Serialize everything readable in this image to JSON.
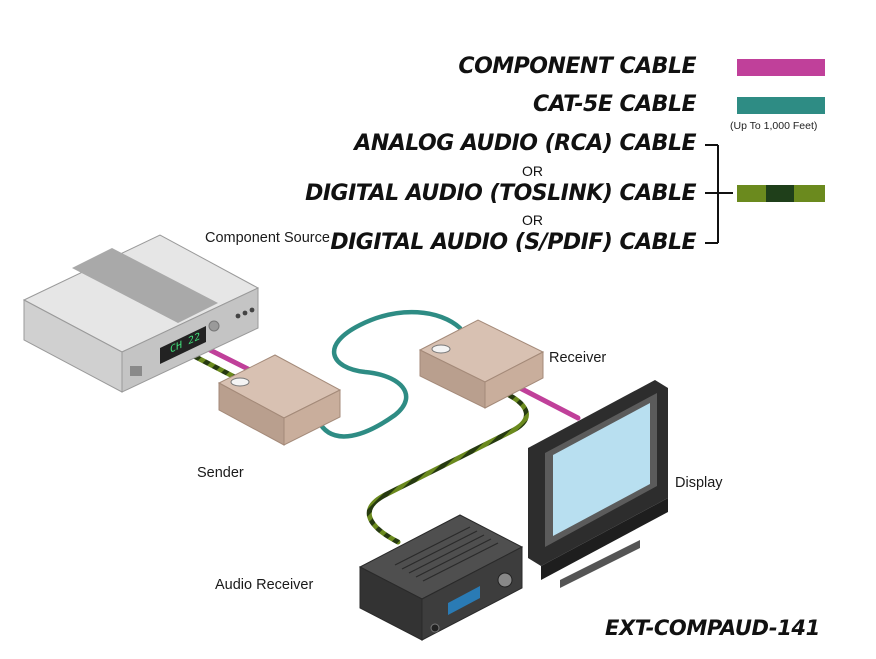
{
  "legend": {
    "component_label": "COMPONENT CABLE",
    "cat5e_label": "CAT-5E CABLE",
    "cat5e_note": "(Up To 1,000 Feet)",
    "analog_audio_label": "ANALOG AUDIO (RCA) CABLE",
    "or_1": "OR",
    "toslink_label": "DIGITAL AUDIO (TOSLINK) CABLE",
    "or_2": "OR",
    "spdif_label": "DIGITAL AUDIO (S/PDIF) CABLE"
  },
  "devices": {
    "component_source": "Component Source",
    "source_display_readout": "CH 22",
    "sender": "Sender",
    "receiver": "Receiver",
    "display": "Display",
    "audio_receiver": "Audio Receiver"
  },
  "model": "EXT-COMPAUD-141",
  "colors": {
    "component_cable": "#c0409a",
    "cat5e_cable": "#2e8c84",
    "audio_cable": "#6b8a1e",
    "audio_cable_dark": "#263a10"
  }
}
